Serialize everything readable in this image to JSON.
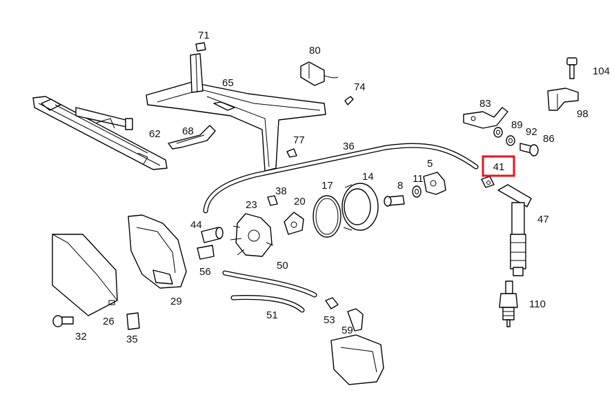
{
  "diagram": {
    "part_numbers": [
      "71",
      "80",
      "65",
      "74",
      "104",
      "83",
      "98",
      "62",
      "68",
      "77",
      "36",
      "89",
      "92",
      "86",
      "41",
      "14",
      "5",
      "38",
      "17",
      "8",
      "11",
      "23",
      "20",
      "44",
      "47",
      "56",
      "50",
      "29",
      "26",
      "110",
      "51",
      "53",
      "59",
      "32",
      "35"
    ],
    "highlighted_part": "41",
    "highlight_color": "#e8141c"
  }
}
